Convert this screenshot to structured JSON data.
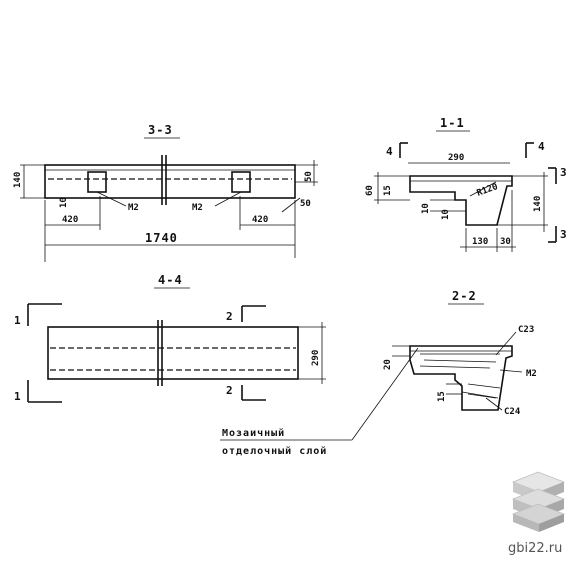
{
  "sections": {
    "s33": {
      "title": "3-3",
      "dims": {
        "height": "140",
        "tick10": "10",
        "left": "420",
        "total": "1740",
        "right": "420",
        "d50a": "50",
        "d50b": "50"
      },
      "labels": {
        "m2_left": "М2",
        "m2_right": "М2"
      }
    },
    "s11": {
      "title": "1-1",
      "dims": {
        "width": "290",
        "d60": "60",
        "d15": "15",
        "r120": "R120",
        "h140": "140",
        "d10a": "10",
        "d10b": "10",
        "d130": "130",
        "d30": "30"
      },
      "cuts": {
        "left": "4",
        "right": "4",
        "top": "3",
        "bottom": "3"
      }
    },
    "s44": {
      "title": "4-4",
      "dims": {
        "height": "290"
      },
      "cuts": {
        "left_top": "1",
        "left_bottom": "1",
        "top": "2",
        "bottom": "2"
      }
    },
    "s22": {
      "title": "2-2",
      "dims": {
        "d20": "20",
        "d15": "15"
      },
      "labels": {
        "c23": "С23",
        "m2": "М2",
        "c24": "С24"
      }
    }
  },
  "note": {
    "line1": "Мозаичный",
    "line2": "отделочный слой"
  },
  "watermark": {
    "text": "gbi22.ru",
    "icon": "stacked-slabs-icon"
  }
}
